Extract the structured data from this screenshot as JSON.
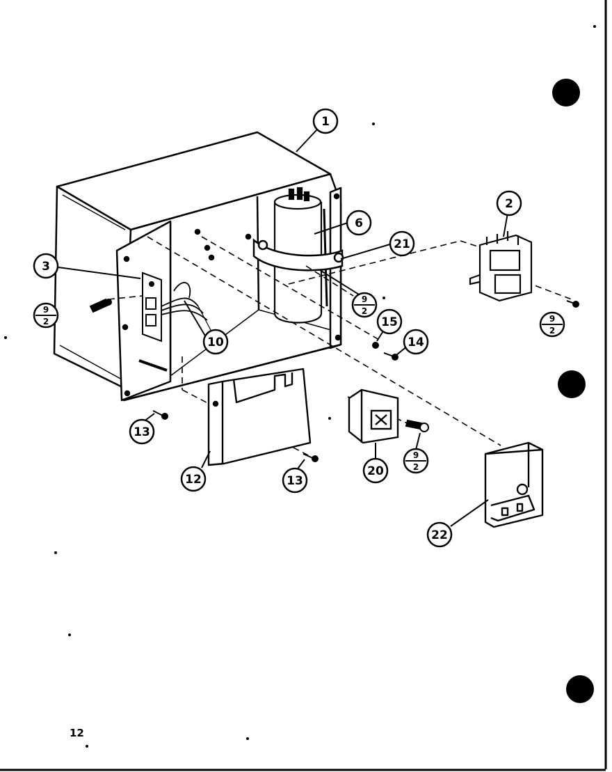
{
  "page_number": "12",
  "callouts": {
    "c1": "1",
    "c2": "2",
    "c3": "3",
    "c6": "6",
    "c10": "10",
    "c12": "12",
    "c13a": "13",
    "c13b": "13",
    "c14": "14",
    "c15": "15",
    "c20": "20",
    "c21": "21",
    "c22": "22"
  },
  "fraction_callouts": {
    "f_left": {
      "top": "9",
      "bottom": "2"
    },
    "f_center": {
      "top": "9",
      "bottom": "2"
    },
    "f_right": {
      "top": "9",
      "bottom": "2"
    },
    "f_relay": {
      "top": "9",
      "bottom": "2"
    }
  }
}
